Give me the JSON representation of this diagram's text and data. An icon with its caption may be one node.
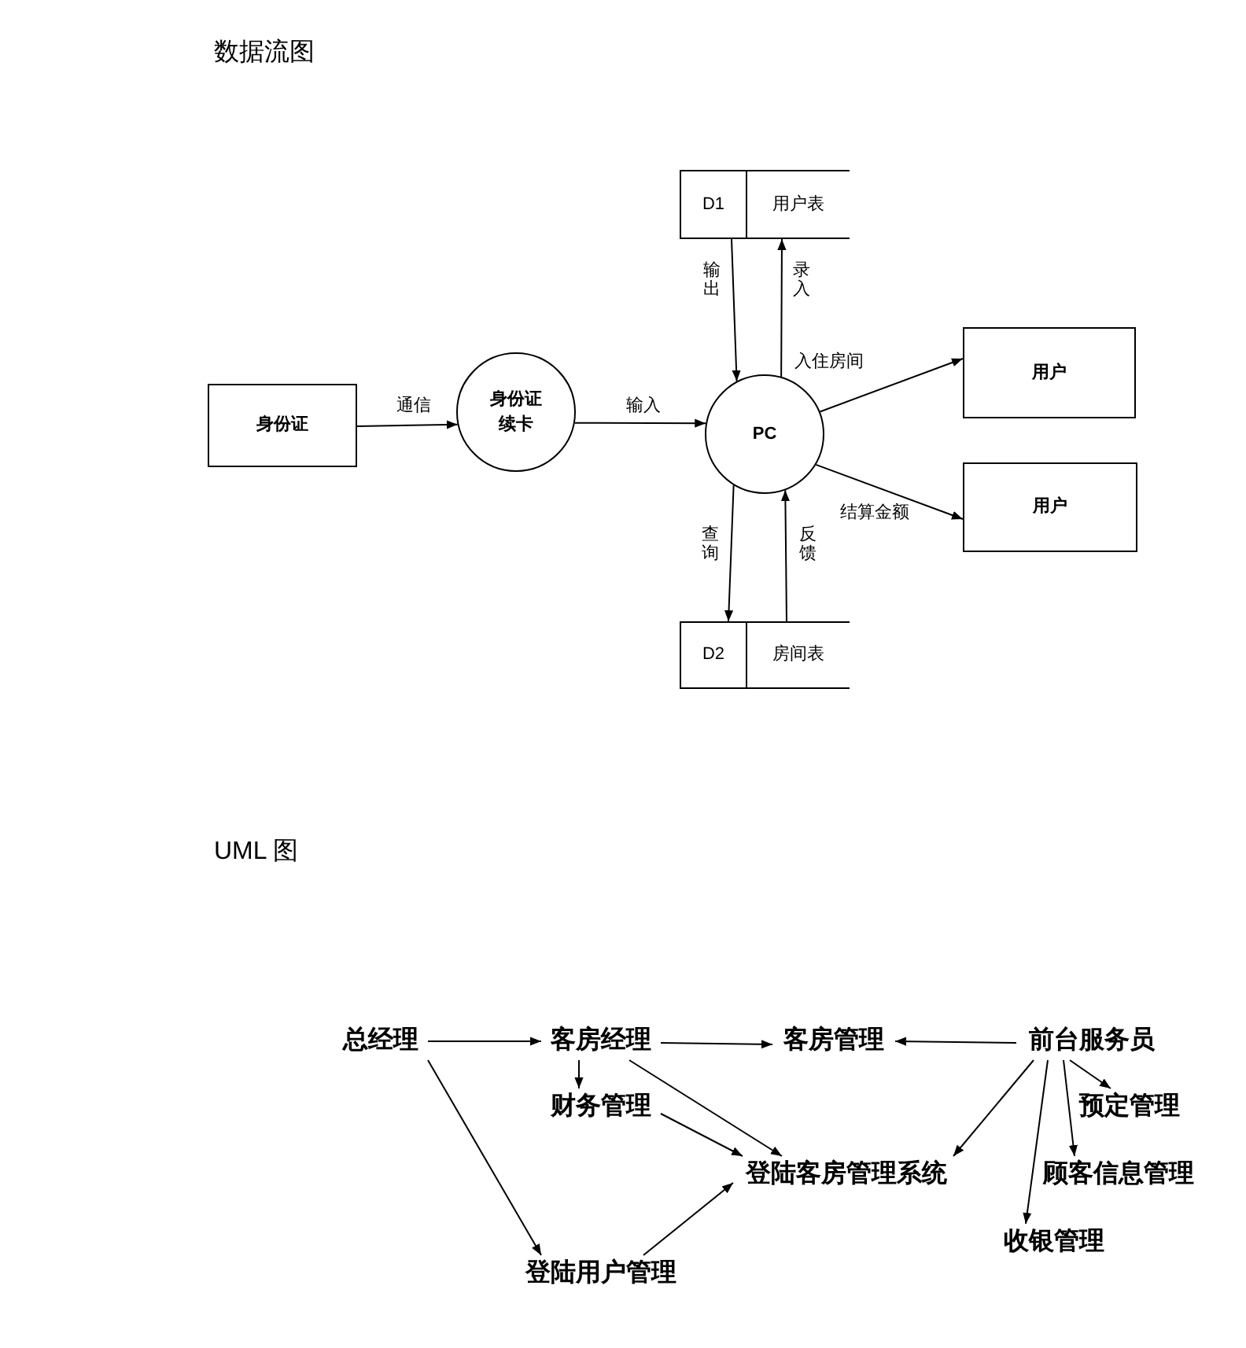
{
  "diagram": {
    "title": "数据流图",
    "nodes": [
      {
        "text": [
          "身份证"
        ]
      },
      {
        "text": [
          "身份证续卡"
        ]
      },
      {
        "text": [
          "PC"
        ]
      },
      {
        "text": [
          "D1",
          "用户表"
        ]
      },
      {
        "text": [
          "D2",
          "房间表"
        ]
      },
      {
        "text": [
          "用户"
        ]
      },
      {
        "text": [
          "用户"
        ]
      },
      {
        "text": [
          "总经理"
        ]
      },
      {
        "text": [
          "客房经理"
        ]
      },
      {
        "text": [
          "客房管理"
        ]
      },
      {
        "text": [
          "前台服务员"
        ]
      },
      {
        "text": [
          "财务管理"
        ]
      },
      {
        "text": [
          "预定管理"
        ]
      },
      {
        "text": [
          "登陆客房管理系统"
        ]
      },
      {
        "text": [
          "顾客信息管理"
        ]
      },
      {
        "text": [
          "收银管理"
        ]
      },
      {
        "text": [
          "登陆用户管理"
        ]
      }
    ],
    "edges": [
      {
        "from": 0,
        "to": 1,
        "arrow": "to",
        "label": "通信"
      },
      {
        "from": 1,
        "to": 2,
        "arrow": "to",
        "label": "输入"
      },
      {
        "from": 3,
        "to": 2,
        "arrow": "to",
        "label": "输出"
      },
      {
        "from": 2,
        "to": 3,
        "arrow": "to",
        "label": "录入"
      },
      {
        "from": 2,
        "to": 5,
        "arrow": "to",
        "label": "入住房间"
      },
      {
        "from": 2,
        "to": 6,
        "arrow": "to",
        "label": "结算金额"
      },
      {
        "from": 2,
        "to": 4,
        "arrow": "to",
        "label": "查询"
      },
      {
        "from": 4,
        "to": 2,
        "arrow": "to",
        "label": "反馈"
      },
      {
        "from": 7,
        "to": 8,
        "arrow": "to"
      },
      {
        "from": 8,
        "to": 9,
        "arrow": "to"
      },
      {
        "from": 10,
        "to": 9,
        "arrow": "to"
      },
      {
        "from": 8,
        "to": 11,
        "arrow": "to"
      },
      {
        "from": 8,
        "to": 13,
        "arrow": "to"
      },
      {
        "from": 11,
        "to": 13,
        "arrow": "to"
      },
      {
        "from": 7,
        "to": 16,
        "arrow": "to"
      },
      {
        "from": 16,
        "to": 13,
        "arrow": "to"
      },
      {
        "from": 10,
        "to": 13,
        "arrow": "to"
      },
      {
        "from": 10,
        "to": 12,
        "arrow": "to"
      },
      {
        "from": 10,
        "to": 14,
        "arrow": "to"
      },
      {
        "from": 10,
        "to": 15,
        "arrow": "to"
      }
    ],
    "labels": [
      "UML 图"
    ]
  }
}
